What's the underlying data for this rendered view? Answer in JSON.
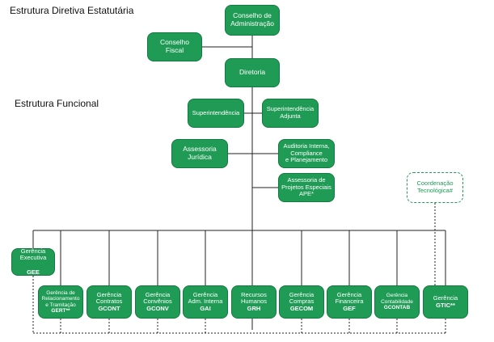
{
  "titles": {
    "diretiva": "Estrutura Diretiva Estatutária",
    "funcional": "Estrutura Funcional"
  },
  "nodes": {
    "conselho_administracao": "Conselho de\nAdministração",
    "conselho_fiscal": "Conselho\nFiscal",
    "diretoria": "Diretoria",
    "superintendencia": "Superintendência",
    "superintendencia_adjunta": "Superintendência\nAdjunta",
    "assessoria_juridica": "Assessoria\nJurídica",
    "auditoria": "Auditoria Interna,\nCompliance\ne Planejamento",
    "assessoria_projetos": "Assessoria de\nProjetos Especiais\nAPE*",
    "coordenacao_tecnologica": "Coordenação\nTecnológica#",
    "gerencia_executiva": {
      "name": "Gerência\nExecutiva",
      "abbr": "GEE"
    },
    "gerencias": [
      {
        "name": "Gerência de\nRelacionamento\ne Tramitação",
        "abbr": "GERT**"
      },
      {
        "name": "Gerência\nContratos",
        "abbr": "GCONT"
      },
      {
        "name": "Gerência\nConvênios",
        "abbr": "GCONV"
      },
      {
        "name": "Gerência\nAdm. Interna",
        "abbr": "GAI"
      },
      {
        "name": "Recursos\nHumanos",
        "abbr": "GRH"
      },
      {
        "name": "Gerência\nCompras",
        "abbr": "GECOM"
      },
      {
        "name": "Gerência\nFinanceira",
        "abbr": "GEF"
      },
      {
        "name": "Gerência\nContabilidade",
        "abbr": "GCONTAB"
      },
      {
        "name": "Gerência",
        "abbr": "GTIC**"
      }
    ]
  },
  "colors": {
    "box_fill": "#1f9b55",
    "box_border": "#137a3f",
    "line": "#222222"
  }
}
